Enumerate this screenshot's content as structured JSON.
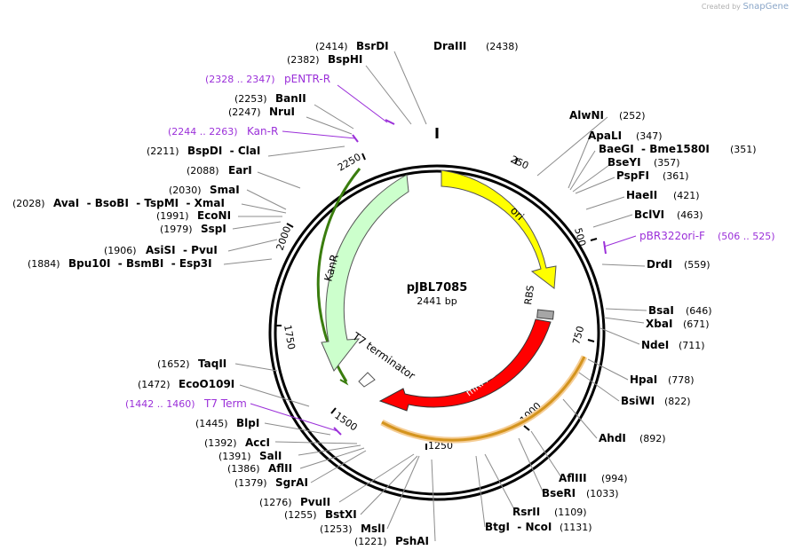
{
  "credit": {
    "prefix": "Created by",
    "brand": "SnapGene"
  },
  "plasmid": {
    "name": "pJBL7085",
    "length_label": "2441 bp",
    "length": 2441
  },
  "ticks": [
    "250",
    "500",
    "750",
    "1000",
    "1250",
    "1500",
    "1750",
    "2000",
    "2250"
  ],
  "features": [
    {
      "name": "ori",
      "label": "ori"
    },
    {
      "name": "kanr",
      "label": "KanR"
    },
    {
      "name": "mrfp1",
      "label": "mRFP1"
    },
    {
      "name": "rbs",
      "label": "RBS"
    },
    {
      "name": "t7-terminator",
      "label": "T7 terminator"
    }
  ],
  "sites": [
    {
      "name": "bsrdi",
      "pos": "(2414)",
      "label": "BsrDI"
    },
    {
      "name": "draiii",
      "pos": "(2438)",
      "label": "DraIII"
    },
    {
      "name": "bsphi",
      "pos": "(2382)",
      "label": "BspHI"
    },
    {
      "name": "pentr-r",
      "pos": "(2328 .. 2347)",
      "label": "pENTR-R",
      "primer": true
    },
    {
      "name": "banii",
      "pos": "(2253)",
      "label": "BanII"
    },
    {
      "name": "krui",
      "pos": "(2247)",
      "label": "NruI"
    },
    {
      "name": "kan-r",
      "pos": "(2244 .. 2263)",
      "label": "Kan-R",
      "primer": true
    },
    {
      "name": "bspdi",
      "pos": "(2211)",
      "label": "BspDI  - ClaI"
    },
    {
      "name": "eari",
      "pos": "(2088)",
      "label": "EarI"
    },
    {
      "name": "smai",
      "pos": "(2030)",
      "label": "SmaI"
    },
    {
      "name": "avai",
      "pos": "(2028)",
      "label": "AvaI  - BsoBI  - TspMI  - XmaI"
    },
    {
      "name": "econi",
      "pos": "(1991)",
      "label": "EcoNI"
    },
    {
      "name": "sspi",
      "pos": "(1979)",
      "label": "SspI"
    },
    {
      "name": "asisi",
      "pos": "(1906)",
      "label": "AsiSI  - PvuI"
    },
    {
      "name": "bpu10i",
      "pos": "(1884)",
      "label": "Bpu10I  - BsmBI  - Esp3I"
    },
    {
      "name": "taqii",
      "pos": "(1652)",
      "label": "TaqII"
    },
    {
      "name": "ecoo109i",
      "pos": "(1472)",
      "label": "EcoO109I"
    },
    {
      "name": "t7-term",
      "pos": "(1442 .. 1460)",
      "label": "T7 Term",
      "primer": true
    },
    {
      "name": "blpi",
      "pos": "(1445)",
      "label": "BlpI"
    },
    {
      "name": "acci",
      "pos": "(1392)",
      "label": "AccI"
    },
    {
      "name": "sali",
      "pos": "(1391)",
      "label": "SalI"
    },
    {
      "name": "aflii",
      "pos": "(1386)",
      "label": "AflII"
    },
    {
      "name": "sgrai",
      "pos": "(1379)",
      "label": "SgrAI"
    },
    {
      "name": "pvuii",
      "pos": "(1276)",
      "label": "PvuII"
    },
    {
      "name": "bstxi",
      "pos": "(1255)",
      "label": "BstXI"
    },
    {
      "name": "msli",
      "pos": "(1253)",
      "label": "MslI"
    },
    {
      "name": "pshai",
      "pos": "(1221)",
      "label": "PshAI"
    },
    {
      "name": "alwni",
      "pos": "(252)",
      "label": "AlwNI"
    },
    {
      "name": "apali",
      "pos": "(347)",
      "label": "ApaLI"
    },
    {
      "name": "baegi",
      "pos": "(351)",
      "label": "BaeGI  - Bme1580I"
    },
    {
      "name": "bseyi",
      "pos": "(357)",
      "label": "BseYI"
    },
    {
      "name": "pspfi",
      "pos": "(361)",
      "label": "PspFI"
    },
    {
      "name": "haeii",
      "pos": "(421)",
      "label": "HaeII"
    },
    {
      "name": "bclvi",
      "pos": "(463)",
      "label": "BclVI"
    },
    {
      "name": "pbr322ori-f",
      "pos": "(506 .. 525)",
      "label": "pBR322ori-F",
      "primer": true
    },
    {
      "name": "drdi",
      "pos": "(559)",
      "label": "DrdI"
    },
    {
      "name": "bsai",
      "pos": "(646)",
      "label": "BsaI"
    },
    {
      "name": "xbai",
      "pos": "(671)",
      "label": "XbaI"
    },
    {
      "name": "ndei",
      "pos": "(711)",
      "label": "NdeI"
    },
    {
      "name": "hpai",
      "pos": "(778)",
      "label": "HpaI"
    },
    {
      "name": "bsiwi",
      "pos": "(822)",
      "label": "BsiWI"
    },
    {
      "name": "ahdi",
      "pos": "(892)",
      "label": "AhdI"
    },
    {
      "name": "afliii",
      "pos": "(994)",
      "label": "AflIII"
    },
    {
      "name": "bseri",
      "pos": "(1033)",
      "label": "BseRI"
    },
    {
      "name": "rsrii",
      "pos": "(1109)",
      "label": "RsrII"
    },
    {
      "name": "btgi",
      "pos": "(1131)",
      "label": "BtgI  - NcoI"
    }
  ],
  "colors": {
    "primer": "#9b30d9",
    "ori": "#ffff00",
    "kanr": "#ccffcc",
    "mrfp1": "#ff0000",
    "orange_arc": "#d4941e",
    "green_arc": "#3a7d0e",
    "text": "#000000",
    "leader": "#8c8c8c"
  }
}
